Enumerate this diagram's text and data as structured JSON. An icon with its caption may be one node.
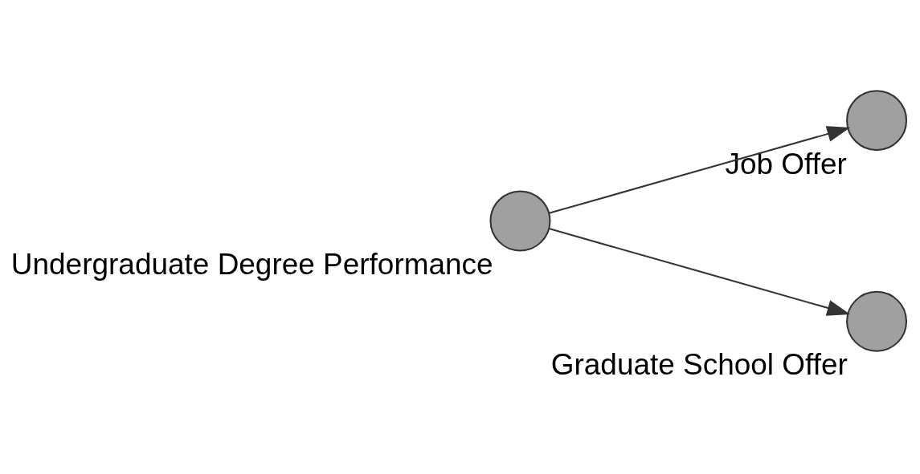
{
  "diagram": {
    "nodes": [
      {
        "text": [
          "Job Offer"
        ]
      },
      {
        "text": [
          "Undergraduate Degree Performance"
        ]
      },
      {
        "text": [
          "Graduate School Offer"
        ]
      }
    ],
    "edges": [
      {
        "from": 1,
        "to": 0,
        "arrow": "to"
      },
      {
        "from": 1,
        "to": 2,
        "arrow": "to"
      }
    ]
  }
}
